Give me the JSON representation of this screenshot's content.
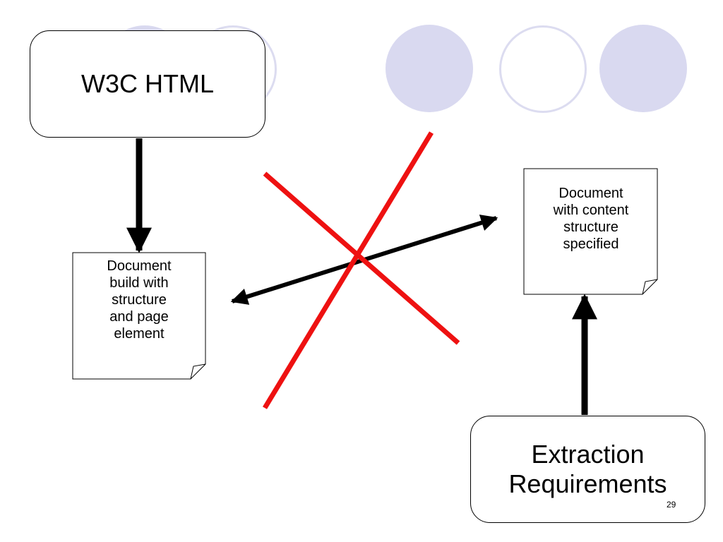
{
  "slide": {
    "page_number": "29",
    "colors": {
      "circle_fill": "#d9d9f0",
      "circle_outline": "#dcdcf0",
      "cross": "#ee1111",
      "arrow": "#000000"
    }
  },
  "boxes": {
    "w3c": {
      "label": "W3C HTML"
    },
    "extraction": {
      "lines": [
        "Extraction",
        "Requirements"
      ]
    }
  },
  "documents": {
    "left": {
      "lines": [
        "Document",
        "build with",
        "structure",
        "and page",
        "element"
      ]
    },
    "right": {
      "lines": [
        "Document",
        "with content",
        "structure",
        "specified"
      ]
    }
  }
}
